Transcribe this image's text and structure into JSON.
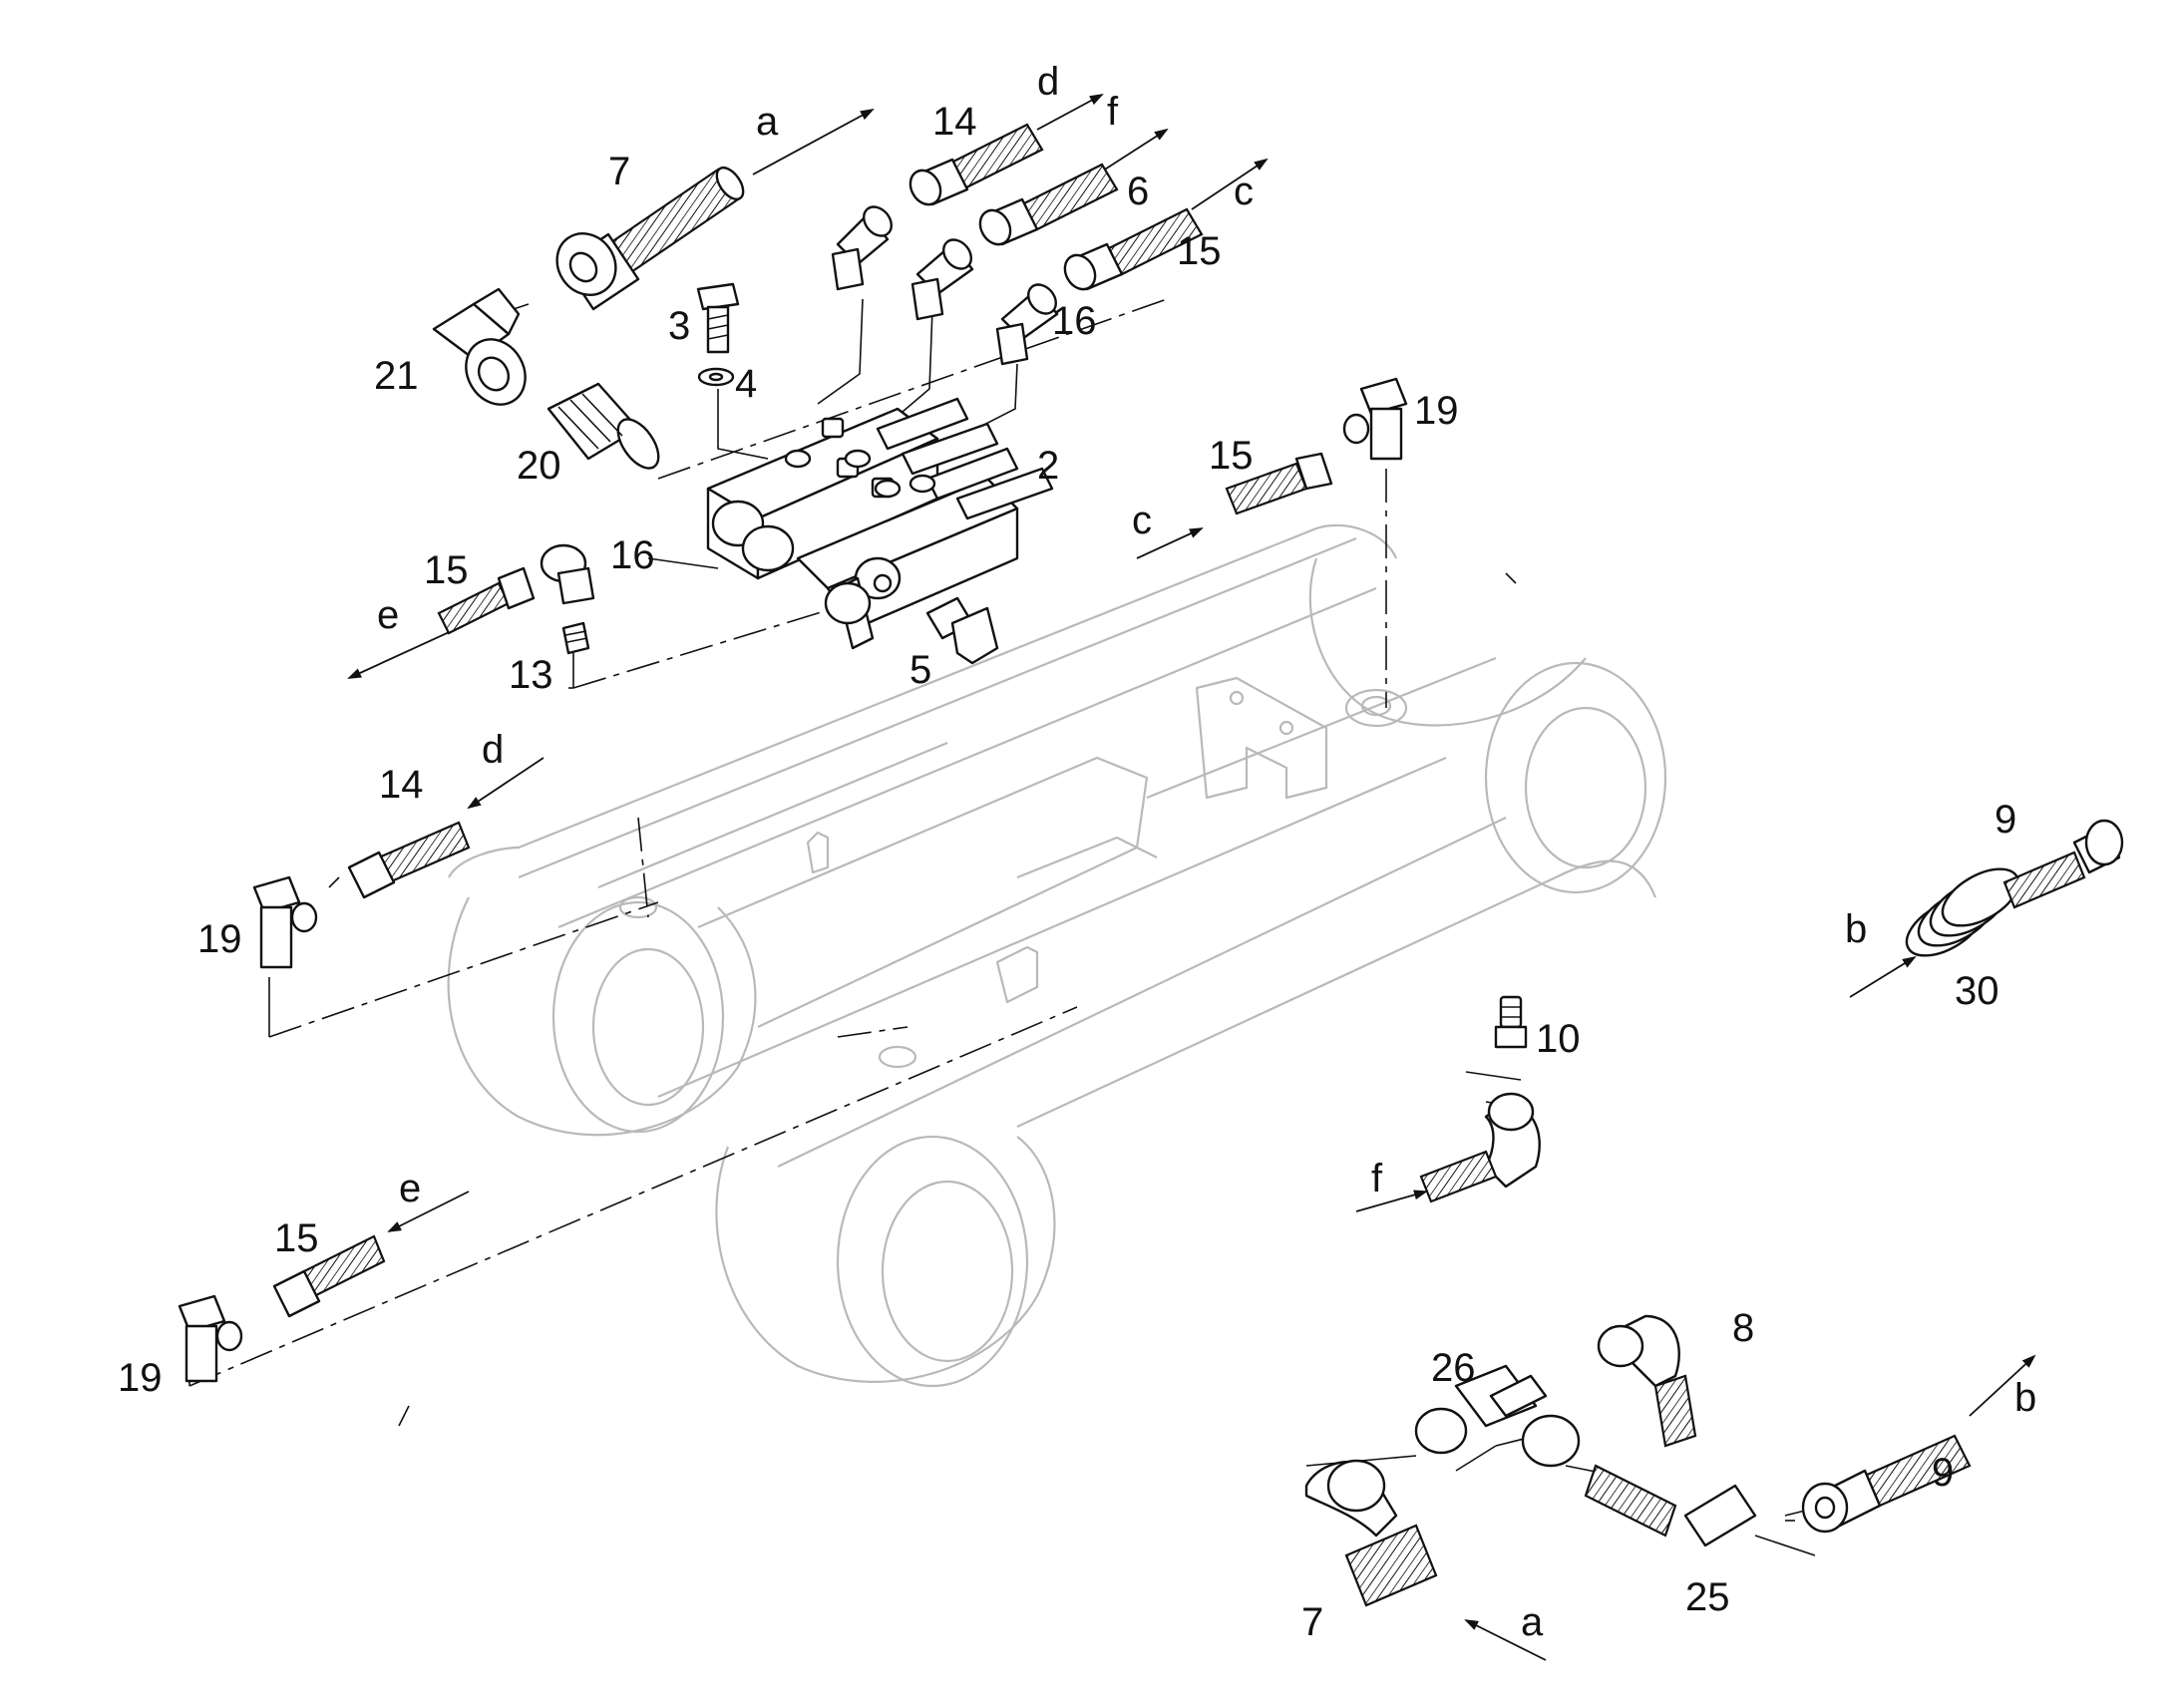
{
  "callouts": [
    {
      "id": "lbl-7-top",
      "text": "7"
    },
    {
      "id": "lbl-a-top",
      "text": "a"
    },
    {
      "id": "lbl-14-top",
      "text": "14"
    },
    {
      "id": "lbl-d-top",
      "text": "d"
    },
    {
      "id": "lbl-f-top",
      "text": "f"
    },
    {
      "id": "lbl-6",
      "text": "6"
    },
    {
      "id": "lbl-c-top",
      "text": "c"
    },
    {
      "id": "lbl-15-top",
      "text": "15"
    },
    {
      "id": "lbl-16-top",
      "text": "16"
    },
    {
      "id": "lbl-3",
      "text": "3"
    },
    {
      "id": "lbl-4",
      "text": "4"
    },
    {
      "id": "lbl-21",
      "text": "21"
    },
    {
      "id": "lbl-20",
      "text": "20"
    },
    {
      "id": "lbl-2",
      "text": "2"
    },
    {
      "id": "lbl-15-mid",
      "text": "15"
    },
    {
      "id": "lbl-16-mid",
      "text": "16"
    },
    {
      "id": "lbl-e-mid",
      "text": "e"
    },
    {
      "id": "lbl-13",
      "text": "13"
    },
    {
      "id": "lbl-5",
      "text": "5"
    },
    {
      "id": "lbl-15-right",
      "text": "15"
    },
    {
      "id": "lbl-19-right",
      "text": "19"
    },
    {
      "id": "lbl-c-right",
      "text": "c"
    },
    {
      "id": "lbl-14-left",
      "text": "14"
    },
    {
      "id": "lbl-d-left",
      "text": "d"
    },
    {
      "id": "lbl-19-left",
      "text": "19"
    },
    {
      "id": "lbl-9-right",
      "text": "9"
    },
    {
      "id": "lbl-b-right",
      "text": "b"
    },
    {
      "id": "lbl-30",
      "text": "30"
    },
    {
      "id": "lbl-10",
      "text": "10"
    },
    {
      "id": "lbl-f-mid",
      "text": "f"
    },
    {
      "id": "lbl-e-low",
      "text": "e"
    },
    {
      "id": "lbl-15-low",
      "text": "15"
    },
    {
      "id": "lbl-19-low",
      "text": "19"
    },
    {
      "id": "lbl-8",
      "text": "8"
    },
    {
      "id": "lbl-26",
      "text": "26"
    },
    {
      "id": "lbl-b-low",
      "text": "b"
    },
    {
      "id": "lbl-9-low",
      "text": "9"
    },
    {
      "id": "lbl-25",
      "text": "25"
    },
    {
      "id": "lbl-7-low",
      "text": "7"
    },
    {
      "id": "lbl-a-low",
      "text": "a"
    }
  ]
}
